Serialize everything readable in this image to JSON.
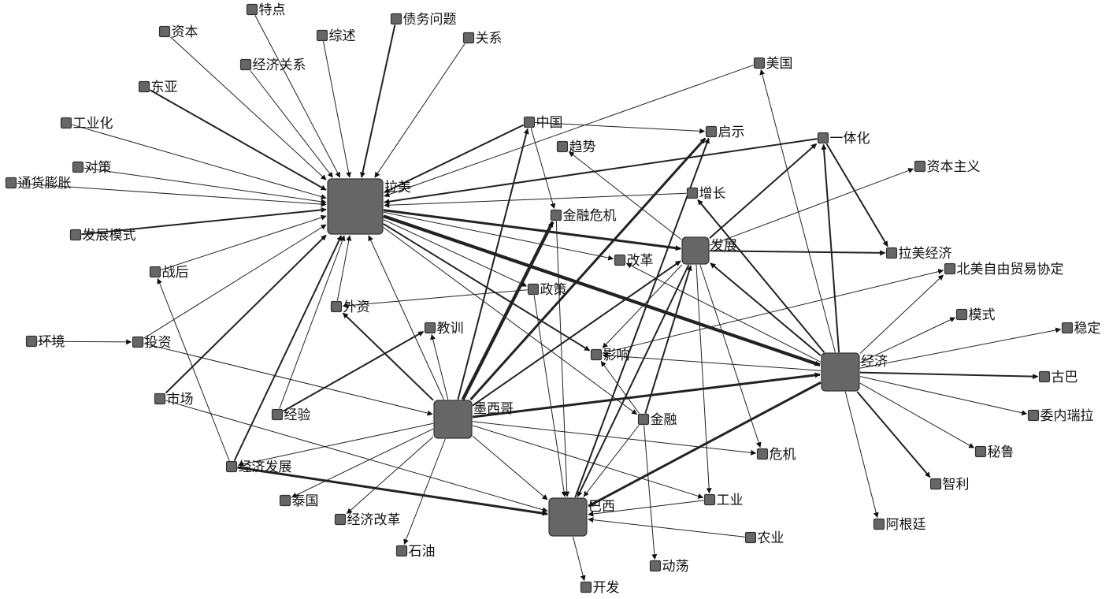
{
  "diagram": {
    "nodes": [
      {
        "id": "lamei",
        "label": "拉美",
        "size": "large"
      },
      {
        "id": "mexico",
        "label": "墨西哥",
        "size": "medium"
      },
      {
        "id": "economy",
        "label": "经济",
        "size": "medium"
      },
      {
        "id": "brazil",
        "label": "巴西",
        "size": "medium"
      },
      {
        "id": "dev",
        "label": "发展",
        "size": "small"
      },
      {
        "id": "zhongguo",
        "label": "中国",
        "size": "tiny"
      },
      {
        "id": "qishi",
        "label": "启示",
        "size": "tiny"
      },
      {
        "id": "qushi",
        "label": "趋势",
        "size": "tiny"
      },
      {
        "id": "meiguo",
        "label": "美国",
        "size": "tiny"
      },
      {
        "id": "yitihua",
        "label": "一体化",
        "size": "tiny"
      },
      {
        "id": "zibenzhuyi",
        "label": "资本主义",
        "size": "tiny"
      },
      {
        "id": "zengzhang",
        "label": "增长",
        "size": "tiny"
      },
      {
        "id": "jinrongweiji",
        "label": "金融危机",
        "size": "tiny"
      },
      {
        "id": "lameijingji",
        "label": "拉美经济",
        "size": "tiny"
      },
      {
        "id": "gaige",
        "label": "改革",
        "size": "tiny"
      },
      {
        "id": "beimei",
        "label": "北美自由贸易协定",
        "size": "tiny"
      },
      {
        "id": "zhengce",
        "label": "政策",
        "size": "tiny"
      },
      {
        "id": "moshi",
        "label": "模式",
        "size": "tiny"
      },
      {
        "id": "wending",
        "label": "稳定",
        "size": "tiny"
      },
      {
        "id": "waizi",
        "label": "外资",
        "size": "tiny"
      },
      {
        "id": "jiaoxun",
        "label": "教训",
        "size": "tiny"
      },
      {
        "id": "yingxiang",
        "label": "影响",
        "size": "tiny"
      },
      {
        "id": "guba",
        "label": "古巴",
        "size": "tiny"
      },
      {
        "id": "jinrong",
        "label": "金融",
        "size": "tiny"
      },
      {
        "id": "weineiruila",
        "label": "委内瑞拉",
        "size": "tiny"
      },
      {
        "id": "bilu",
        "label": "秘鲁",
        "size": "tiny"
      },
      {
        "id": "weiji",
        "label": "危机",
        "size": "tiny"
      },
      {
        "id": "zhili",
        "label": "智利",
        "size": "tiny"
      },
      {
        "id": "gongye",
        "label": "工业",
        "size": "tiny"
      },
      {
        "id": "agenting",
        "label": "阿根廷",
        "size": "tiny"
      },
      {
        "id": "nongye",
        "label": "农业",
        "size": "tiny"
      },
      {
        "id": "dongdang",
        "label": "动荡",
        "size": "tiny"
      },
      {
        "id": "kaifa",
        "label": "开发",
        "size": "tiny"
      },
      {
        "id": "shiyou",
        "label": "石油",
        "size": "tiny"
      },
      {
        "id": "jingjigaige",
        "label": "经济改革",
        "size": "tiny"
      },
      {
        "id": "taiguo",
        "label": "泰国",
        "size": "tiny"
      },
      {
        "id": "jingjifazhan",
        "label": "经济发展",
        "size": "tiny"
      },
      {
        "id": "jingyan",
        "label": "经验",
        "size": "tiny"
      },
      {
        "id": "shichang",
        "label": "市场",
        "size": "tiny"
      },
      {
        "id": "touzi",
        "label": "投资",
        "size": "tiny"
      },
      {
        "id": "huanjing",
        "label": "环境",
        "size": "tiny"
      },
      {
        "id": "zhanhou",
        "label": "战后",
        "size": "tiny"
      },
      {
        "id": "fazhanmoshi",
        "label": "发展模式",
        "size": "tiny"
      },
      {
        "id": "tonghuo",
        "label": "通货膨胀",
        "size": "tiny"
      },
      {
        "id": "duice",
        "label": "对策",
        "size": "tiny"
      },
      {
        "id": "gongyehua",
        "label": "工业化",
        "size": "tiny"
      },
      {
        "id": "dongya",
        "label": "东亚",
        "size": "tiny"
      },
      {
        "id": "ziben",
        "label": "资本",
        "size": "tiny"
      },
      {
        "id": "tedian",
        "label": "特点",
        "size": "tiny"
      },
      {
        "id": "jingjiguanxi",
        "label": "经济关系",
        "size": "tiny"
      },
      {
        "id": "zongshu",
        "label": "综述",
        "size": "tiny"
      },
      {
        "id": "zhaiwu",
        "label": "债务问题",
        "size": "tiny"
      },
      {
        "id": "guanxi",
        "label": "关系",
        "size": "tiny"
      }
    ],
    "edges": [
      {
        "from": "ziben",
        "to": "lamei",
        "weight": 1
      },
      {
        "from": "tedian",
        "to": "lamei",
        "weight": 1
      },
      {
        "from": "jingjiguanxi",
        "to": "lamei",
        "weight": 1
      },
      {
        "from": "zongshu",
        "to": "lamei",
        "weight": 1
      },
      {
        "from": "zhaiwu",
        "to": "lamei",
        "weight": 2
      },
      {
        "from": "guanxi",
        "to": "lamei",
        "weight": 1
      },
      {
        "from": "dongya",
        "to": "lamei",
        "weight": 2
      },
      {
        "from": "gongyehua",
        "to": "lamei",
        "weight": 1
      },
      {
        "from": "duice",
        "to": "lamei",
        "weight": 1
      },
      {
        "from": "tonghuo",
        "to": "lamei",
        "weight": 1
      },
      {
        "from": "fazhanmoshi",
        "to": "lamei",
        "weight": 2
      },
      {
        "from": "zhanhou",
        "to": "lamei",
        "weight": 1
      },
      {
        "from": "touzi",
        "to": "lamei",
        "weight": 1
      },
      {
        "from": "shichang",
        "to": "lamei",
        "weight": 2
      },
      {
        "from": "jingyan",
        "to": "lamei",
        "weight": 1
      },
      {
        "from": "jingjifazhan",
        "to": "lamei",
        "weight": 2
      },
      {
        "from": "waizi",
        "to": "lamei",
        "weight": 1
      },
      {
        "from": "mexico",
        "to": "lamei",
        "weight": 1
      },
      {
        "from": "zhongguo",
        "to": "lamei",
        "weight": 2
      },
      {
        "from": "meiguo",
        "to": "lamei",
        "weight": 1
      },
      {
        "from": "yitihua",
        "to": "lamei",
        "weight": 2
      },
      {
        "from": "zengzhang",
        "to": "lamei",
        "weight": 1
      },
      {
        "from": "lamei",
        "to": "dev",
        "weight": 3
      },
      {
        "from": "lamei",
        "to": "economy",
        "weight": 4
      },
      {
        "from": "lamei",
        "to": "gaige",
        "weight": 1
      },
      {
        "from": "lamei",
        "to": "yingxiang",
        "weight": 2
      },
      {
        "from": "lamei",
        "to": "zhengce",
        "weight": 1
      },
      {
        "from": "lamei",
        "to": "jinrong",
        "weight": 1
      },
      {
        "from": "huanjing",
        "to": "touzi",
        "weight": 1
      },
      {
        "from": "jingjifazhan",
        "to": "zhanhou",
        "weight": 1
      },
      {
        "from": "jingjifazhan",
        "to": "brazil",
        "weight": 3
      },
      {
        "from": "shichang",
        "to": "brazil",
        "weight": 1
      },
      {
        "from": "jingyan",
        "to": "jiaoxun",
        "weight": 2
      },
      {
        "from": "mexico",
        "to": "waizi",
        "weight": 2
      },
      {
        "from": "mexico",
        "to": "jiaoxun",
        "weight": 1
      },
      {
        "from": "mexico",
        "to": "zhongguo",
        "weight": 2
      },
      {
        "from": "mexico",
        "to": "jinrongweiji",
        "weight": 4
      },
      {
        "from": "mexico",
        "to": "qishi",
        "weight": 3
      },
      {
        "from": "mexico",
        "to": "dev",
        "weight": 2
      },
      {
        "from": "mexico",
        "to": "economy",
        "weight": 3
      },
      {
        "from": "mexico",
        "to": "brazil",
        "weight": 1
      },
      {
        "from": "mexico",
        "to": "weiji",
        "weight": 1
      },
      {
        "from": "mexico",
        "to": "gongye",
        "weight": 1
      },
      {
        "from": "mexico",
        "to": "shiyou",
        "weight": 1
      },
      {
        "from": "mexico",
        "to": "jingjigaige",
        "weight": 1
      },
      {
        "from": "mexico",
        "to": "taiguo",
        "weight": 1
      },
      {
        "from": "mexico",
        "to": "jingjifazhan",
        "weight": 1
      },
      {
        "from": "touzi",
        "to": "mexico",
        "weight": 1
      },
      {
        "from": "zhongguo",
        "to": "qishi",
        "weight": 1
      },
      {
        "from": "zhongguo",
        "to": "jinrongweiji",
        "weight": 1
      },
      {
        "from": "dev",
        "to": "qushi",
        "weight": 1
      },
      {
        "from": "dev",
        "to": "lameijingji",
        "weight": 2
      },
      {
        "from": "dev",
        "to": "zibenzhuyi",
        "weight": 1
      },
      {
        "from": "dev",
        "to": "yitihua",
        "weight": 2
      },
      {
        "from": "dev",
        "to": "brazil",
        "weight": 2
      },
      {
        "from": "dev",
        "to": "gongye",
        "weight": 1
      },
      {
        "from": "dev",
        "to": "weiji",
        "weight": 1
      },
      {
        "from": "dev",
        "to": "yingxiang",
        "weight": 1
      },
      {
        "from": "yitihua",
        "to": "lameijingji",
        "weight": 2
      },
      {
        "from": "economy",
        "to": "yitihua",
        "weight": 2
      },
      {
        "from": "economy",
        "to": "meiguo",
        "weight": 1
      },
      {
        "from": "economy",
        "to": "zengzhang",
        "weight": 2
      },
      {
        "from": "economy",
        "to": "dev",
        "weight": 2
      },
      {
        "from": "economy",
        "to": "beimei",
        "weight": 1
      },
      {
        "from": "economy",
        "to": "moshi",
        "weight": 1
      },
      {
        "from": "economy",
        "to": "wending",
        "weight": 1
      },
      {
        "from": "economy",
        "to": "guba",
        "weight": 2
      },
      {
        "from": "economy",
        "to": "weineiruila",
        "weight": 1
      },
      {
        "from": "economy",
        "to": "bilu",
        "weight": 1
      },
      {
        "from": "economy",
        "to": "zhili",
        "weight": 2
      },
      {
        "from": "economy",
        "to": "agenting",
        "weight": 1
      },
      {
        "from": "economy",
        "to": "gaige",
        "weight": 1
      },
      {
        "from": "economy",
        "to": "yingxiang",
        "weight": 1
      },
      {
        "from": "economy",
        "to": "brazil",
        "weight": 3
      },
      {
        "from": "yingxiang",
        "to": "beimei",
        "weight": 1
      },
      {
        "from": "jinrong",
        "to": "yingxiang",
        "weight": 1
      },
      {
        "from": "jinrong",
        "to": "dongdang",
        "weight": 1
      },
      {
        "from": "jinrong",
        "to": "brazil",
        "weight": 1
      },
      {
        "from": "jinrong",
        "to": "dev",
        "weight": 2
      },
      {
        "from": "zhengce",
        "to": "waizi",
        "weight": 1
      },
      {
        "from": "zhengce",
        "to": "brazil",
        "weight": 1
      },
      {
        "from": "jinrongweiji",
        "to": "brazil",
        "weight": 1
      },
      {
        "from": "nongye",
        "to": "brazil",
        "weight": 1
      },
      {
        "from": "gongye",
        "to": "brazil",
        "weight": 1
      },
      {
        "from": "brazil",
        "to": "kaifa",
        "weight": 1
      },
      {
        "from": "brazil",
        "to": "qishi",
        "weight": 2
      }
    ]
  }
}
